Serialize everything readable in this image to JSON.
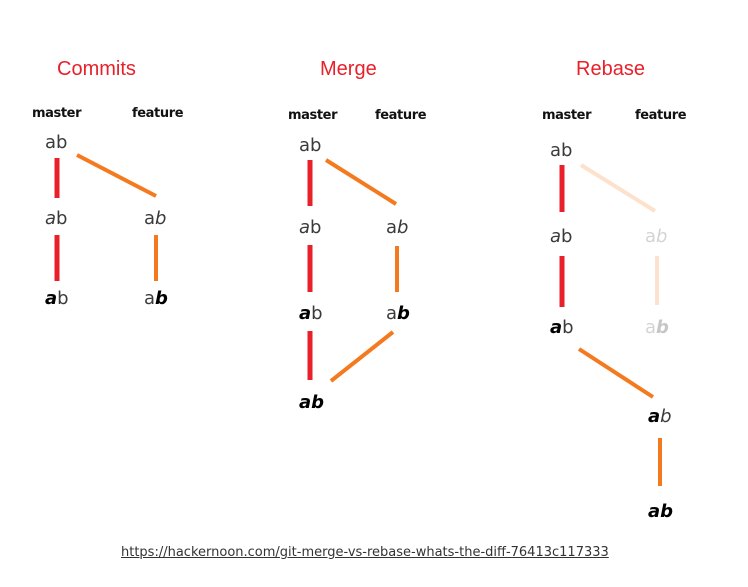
{
  "titles": {
    "commits": "Commits",
    "merge": "Merge",
    "rebase": "Rebase"
  },
  "headers": {
    "master": "master",
    "feature": "feature"
  },
  "nodes": {
    "a": "a",
    "b": "b"
  },
  "link": "https://hackernoon.com/git-merge-vs-rebase-whats-the-diff-76413c117333",
  "colors": {
    "master": "#e8202a",
    "feature": "#f47a20",
    "title": "#e8202a"
  }
}
